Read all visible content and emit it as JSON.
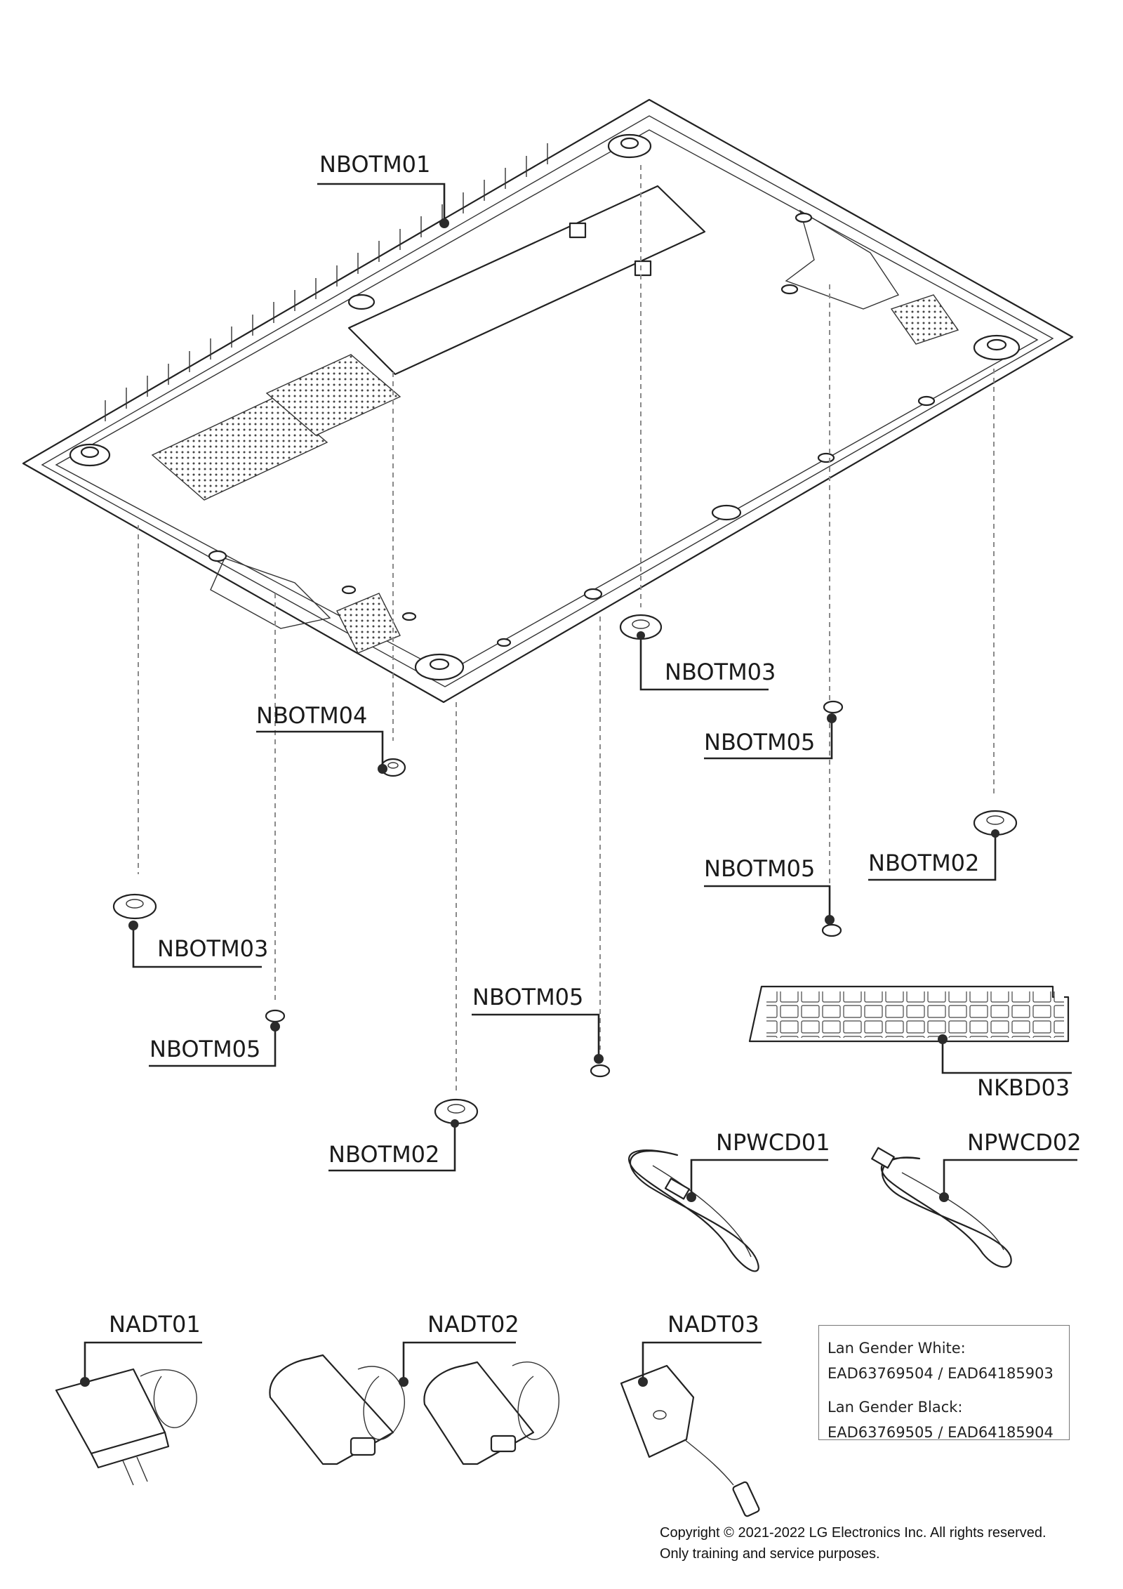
{
  "callouts": {
    "nbotm01": "NBOTM01",
    "nbotm03_upper": "NBOTM03",
    "nbotm04": "NBOTM04",
    "nbotm05_upper": "NBOTM05",
    "nbotm05_mid": "NBOTM05",
    "nbotm02_right": "NBOTM02",
    "nbotm03_left": "NBOTM03",
    "nbotm05_left": "NBOTM05",
    "nbotm05_center": "NBOTM05",
    "nbotm02_center": "NBOTM02",
    "nkbd03": "NKBD03",
    "npwcd01": "NPWCD01",
    "npwcd02": "NPWCD02",
    "nadt01": "NADT01",
    "nadt02": "NADT02",
    "nadt03": "NADT03"
  },
  "lan_gender": {
    "white_label": "Lan Gender White:",
    "white_codes": "EAD63769504 / EAD64185903",
    "black_label": "Lan Gender Black:",
    "black_codes": "EAD63769505 / EAD64185904"
  },
  "footer": {
    "copyright": "Copyright © 2021-2022 LG Electronics Inc. All rights reserved.",
    "note": "Only training and service purposes."
  }
}
